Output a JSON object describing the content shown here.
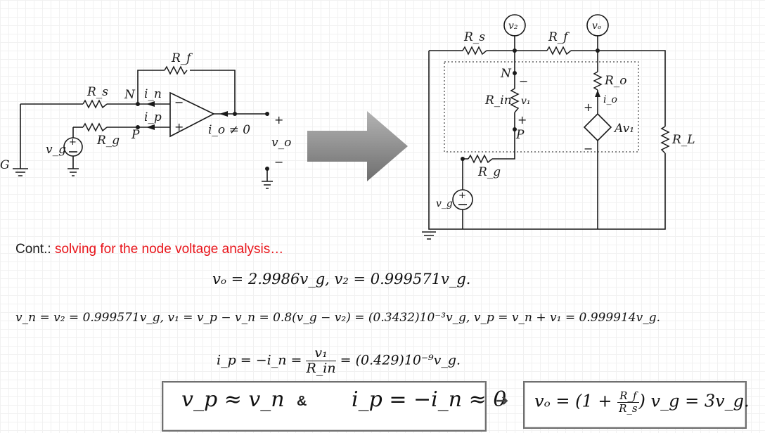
{
  "left_circuit": {
    "labels": {
      "rf": "R_f",
      "rs": "R_s",
      "rg": "R_g",
      "n": "N",
      "p": "P",
      "in": "i_n",
      "ip": "i_p",
      "io_neq": "i_o ≠ 0",
      "vg": "v_g",
      "vo": "v_o",
      "g": "G",
      "plus": "+",
      "minus": "−"
    }
  },
  "right_circuit": {
    "labels": {
      "v2": "v₂",
      "vo": "vₒ",
      "rs": "R_s",
      "rf": "R_f",
      "n": "N",
      "p": "P",
      "rin": "R_in",
      "v1": "v₁",
      "ro": "R_o",
      "io": "i_o",
      "av1": "Av₁",
      "rl": "R_L",
      "rg": "R_g",
      "vg": "v_g",
      "plus": "+",
      "minus": "−"
    }
  },
  "text": {
    "cont_label": "Cont.:",
    "cont_desc": " solving for the node voltage analysis…"
  },
  "equations": {
    "eq1": "vₒ = 2.9986v_g,   v₂ = 0.999571v_g.",
    "eq2": "v_n = v₂ = 0.999571v_g,   v₁ = v_p − v_n = 0.8(v_g − v₂) = (0.3432)10⁻³v_g,   v_p = v_n + v₁ = 0.999914v_g.",
    "eq3_left": "i_p = −i_n = ",
    "eq3_num": "v₁",
    "eq3_den": "R_in",
    "eq3_right": " = (0.429)10⁻⁹v_g."
  },
  "summary": {
    "approx1": "v_p ≈ v_n",
    "amp": "&",
    "approx2": "i_p = −i_n ≈ 0",
    "arrow": "➔",
    "gain_left": "vₒ = (1 + ",
    "gain_num": "R_f",
    "gain_den": "R_s",
    "gain_right": ") v_g = 3v_g."
  },
  "colors": {
    "accent": "#e8141a",
    "arrow": "#8a8a8a",
    "ink": "#1a1a1a"
  },
  "icons": {
    "transition": "big-right-arrow",
    "op_amp": "op-amp-triangle",
    "source": "voltage-source-circle",
    "controlled_source": "dependent-voltage-source-diamond"
  }
}
